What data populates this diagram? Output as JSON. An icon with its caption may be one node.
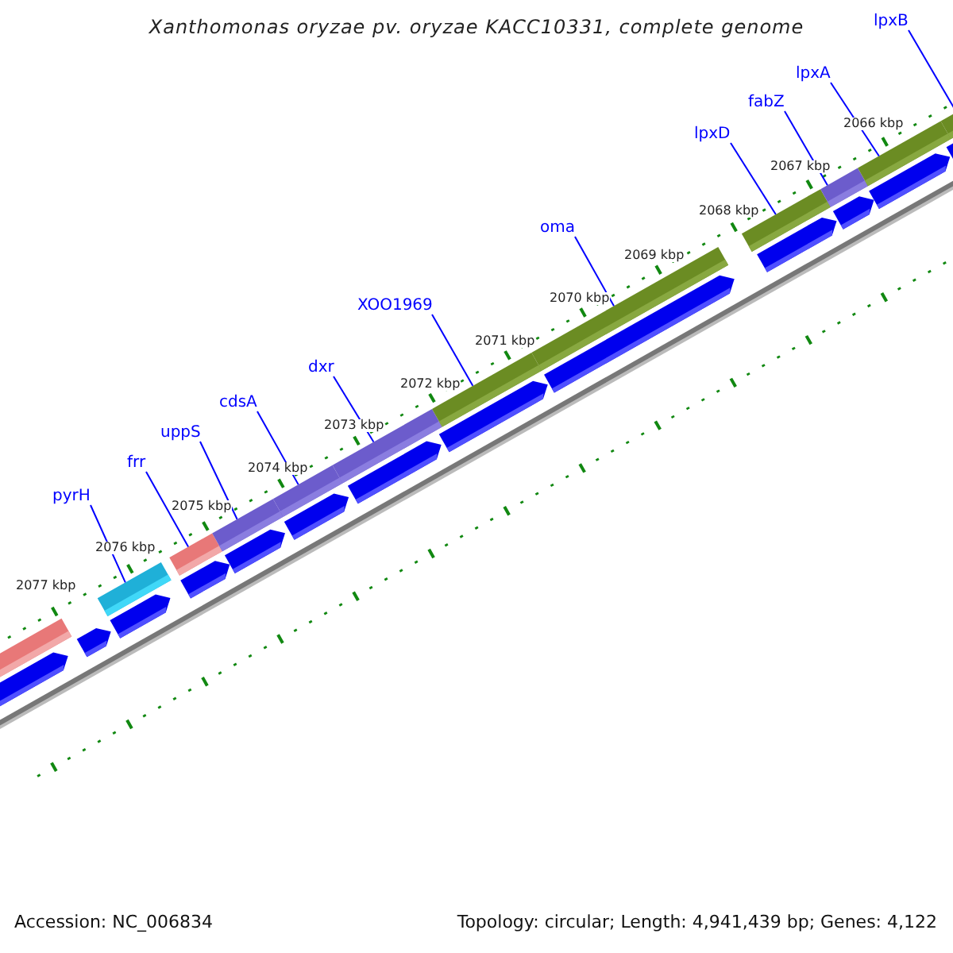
{
  "diagram": {
    "title": "Xanthomonas oryzae pv. oryzae KACC10331, complete genome",
    "nodes": [
      {
        "text": [
          "pyrH"
        ]
      },
      {
        "text": [
          "frr"
        ]
      },
      {
        "text": [
          "uppS"
        ]
      },
      {
        "text": [
          "cdsA"
        ]
      },
      {
        "text": [
          "dxr"
        ]
      },
      {
        "text": [
          "XOO1969"
        ]
      },
      {
        "text": [
          "oma"
        ]
      },
      {
        "text": [
          "lpxD"
        ]
      },
      {
        "text": [
          "fabZ"
        ]
      },
      {
        "text": [
          "lpxA"
        ]
      },
      {
        "text": [
          "lpxB"
        ]
      },
      {
        "text": [],
        "shape": "bar"
      },
      {
        "text": [],
        "shape": "bar"
      },
      {
        "text": [],
        "shape": "bar"
      },
      {
        "text": [],
        "shape": "bar"
      },
      {
        "text": [],
        "shape": "bar"
      },
      {
        "text": [],
        "shape": "bar"
      },
      {
        "text": [],
        "shape": "bar"
      },
      {
        "text": [],
        "shape": "bar"
      },
      {
        "text": [],
        "shape": "bar"
      },
      {
        "text": [],
        "shape": "bar"
      },
      {
        "text": [],
        "shape": "bar"
      }
    ],
    "edges": [
      {
        "from": 0,
        "to": 11,
        "arrow": "none"
      },
      {
        "from": 1,
        "to": 12,
        "arrow": "none"
      },
      {
        "from": 2,
        "to": 13,
        "arrow": "none"
      },
      {
        "from": 3,
        "to": 14,
        "arrow": "none"
      },
      {
        "from": 4,
        "to": 15,
        "arrow": "none"
      },
      {
        "from": 5,
        "to": 16,
        "arrow": "none"
      },
      {
        "from": 6,
        "to": 17,
        "arrow": "none"
      },
      {
        "from": 7,
        "to": 18,
        "arrow": "none"
      },
      {
        "from": 8,
        "to": 19,
        "arrow": "none"
      },
      {
        "from": 9,
        "to": 20,
        "arrow": "none"
      },
      {
        "from": 10,
        "to": 21,
        "arrow": "none"
      }
    ],
    "labels": [
      "2066 kbp",
      "2067 kbp",
      "2068 kbp",
      "2069 kbp",
      "2070 kbp",
      "2071 kbp",
      "2072 kbp",
      "2073 kbp",
      "2074 kbp",
      "2075 kbp",
      "2076 kbp",
      "2077 kbp",
      "Accession: NC_006834",
      "Topology: circular; Length: 4,941,439 bp; Genes: 4,122"
    ]
  }
}
